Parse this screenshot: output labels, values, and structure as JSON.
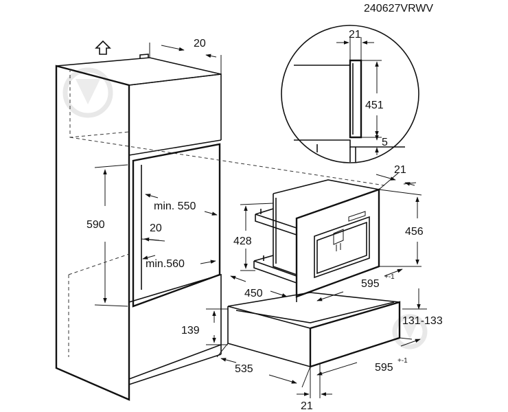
{
  "drawing_code": "240627VRWV",
  "dimensions": {
    "top_depth_offset": "20",
    "detail_width": "21",
    "detail_height": "451",
    "detail_gap": "5",
    "machine_side_offset": "21",
    "niche_height": "590",
    "niche_min_depth": "min. 550",
    "niche_inner_offset": "20",
    "niche_min_width": "min.560",
    "machine_body_height": "428",
    "machine_front_height": "456",
    "machine_depth": "450",
    "machine_width": "595",
    "machine_width_tol": "+-1",
    "drawer_height": "139",
    "drawer_gap": "131-133",
    "drawer_depth": "535",
    "drawer_width": "595",
    "drawer_width_tol": "+-1",
    "drawer_front_offset": "21"
  },
  "icons": {
    "up_arrow": "up-arrow-icon",
    "watermark": "brand-watermark-icon"
  }
}
